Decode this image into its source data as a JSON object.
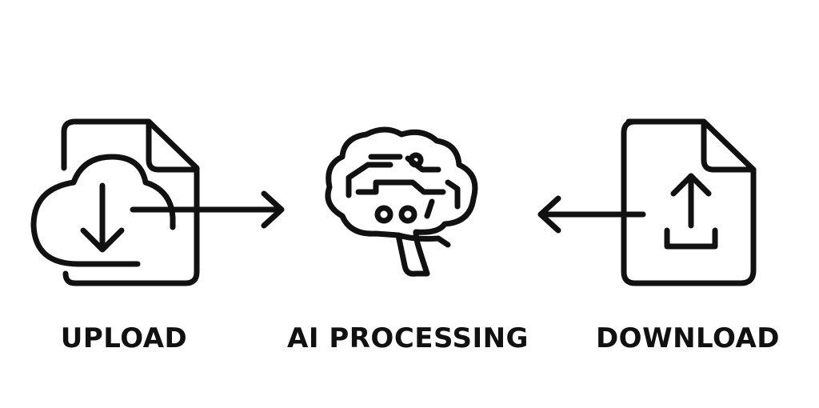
{
  "colors": {
    "ink": "#111111",
    "background": "#ffffff"
  },
  "icons": {
    "upload": "file-cloud-download-icon",
    "processing": "brain-circuit-icon",
    "download": "file-upload-icon"
  },
  "steps": [
    {
      "label": "UPLOAD"
    },
    {
      "label": "AI PROCESSING"
    },
    {
      "label": "DOWNLOAD"
    }
  ]
}
